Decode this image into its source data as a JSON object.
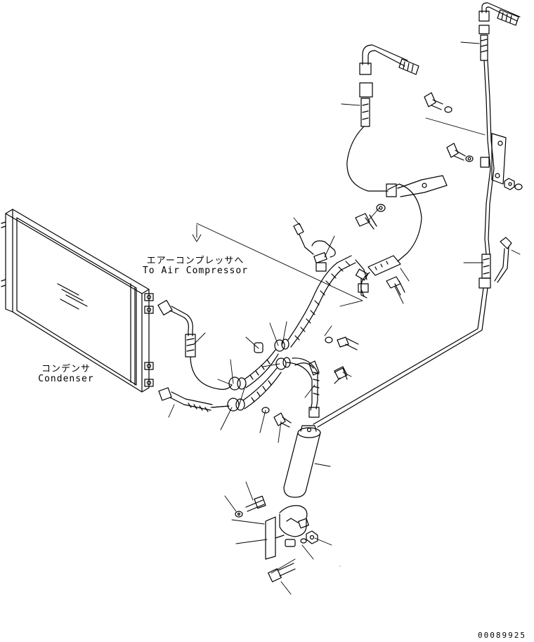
{
  "labels": {
    "compressor_jp": "エアーコンプレッサへ",
    "compressor_en": "To Air Compressor",
    "condenser_jp": "コンデンサ",
    "condenser_en": "Condenser",
    "drawing_no": "00089925"
  },
  "colors": {
    "line": "#000000",
    "background": "#ffffff"
  }
}
